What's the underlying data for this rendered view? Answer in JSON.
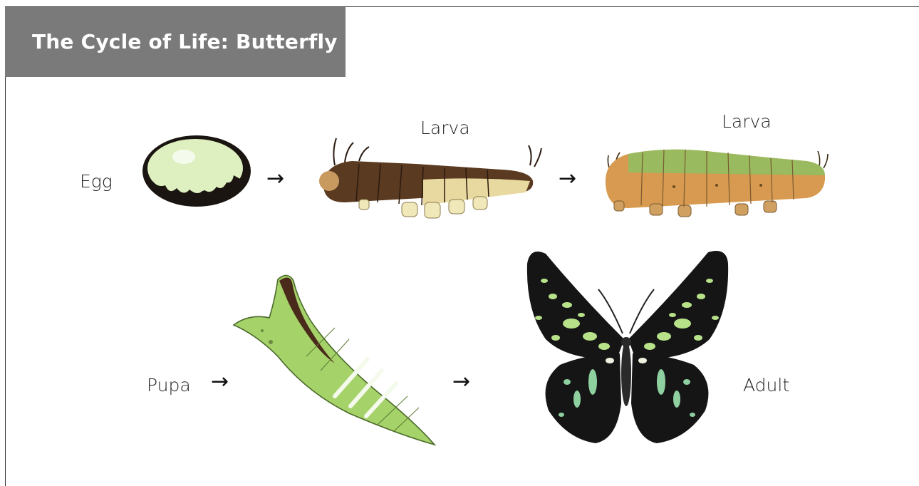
{
  "title": "The Cycle of Life: Butterfly",
  "stages": {
    "egg": "Egg",
    "larva1": "Larva",
    "larva2": "Larva",
    "pupa": "Pupa",
    "adult": "Adult"
  },
  "arrow_glyph": "→",
  "colors": {
    "title_bar": "#7a7a7a",
    "egg": "#dff0c0",
    "larva1_dark": "#5a3a20",
    "larva2_orange": "#d89a50",
    "larva2_green": "#8ec060",
    "pupa_green": "#a6d26a",
    "wing_black": "#151515",
    "wing_spot": "#b8e28a"
  }
}
